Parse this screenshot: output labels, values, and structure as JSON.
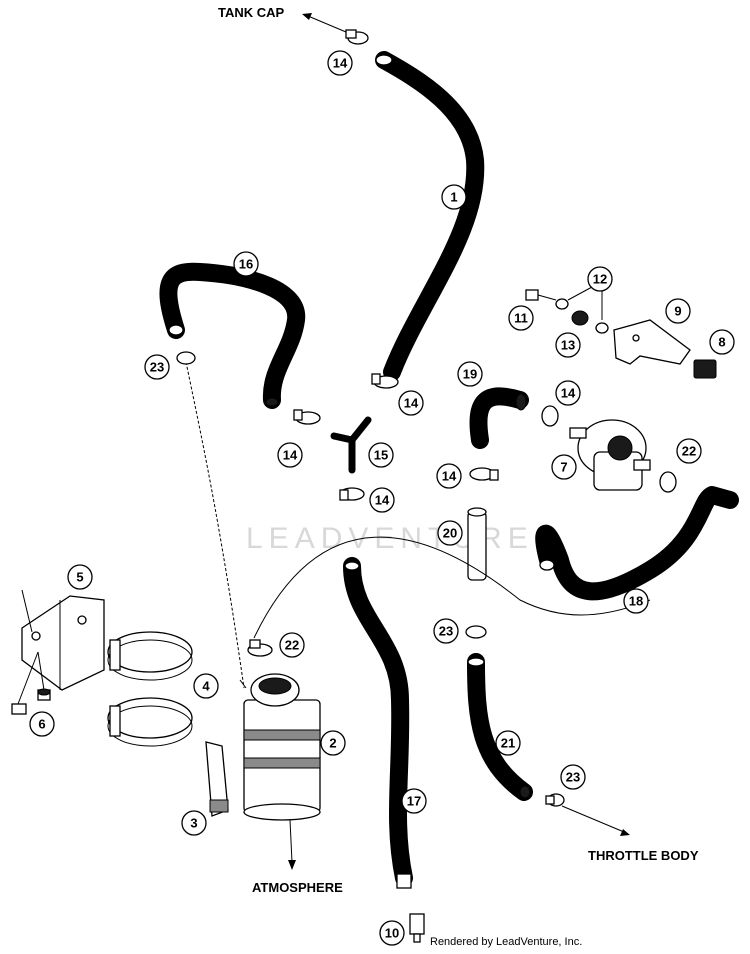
{
  "labels": {
    "tank_cap": "TANK CAP",
    "throttle_body": "THROTTLE BODY",
    "atmosphere": "ATMOSPHERE"
  },
  "watermark": "LEADVENTURE",
  "credit": "Rendered by LeadVenture, Inc.",
  "callouts": {
    "c1": "1",
    "c2": "2",
    "c3": "3",
    "c4": "4",
    "c5": "5",
    "c6": "6",
    "c7": "7",
    "c8": "8",
    "c9": "9",
    "c10": "10",
    "c11": "11",
    "c12": "12",
    "c13": "13",
    "c14a": "14",
    "c14b": "14",
    "c14c": "14",
    "c14d": "14",
    "c14e": "14",
    "c14f": "14",
    "c15": "15",
    "c16": "16",
    "c17": "17",
    "c18": "18",
    "c19": "19",
    "c20": "20",
    "c21": "21",
    "c22a": "22",
    "c22b": "22",
    "c23a": "23",
    "c23b": "23",
    "c23c": "23"
  }
}
